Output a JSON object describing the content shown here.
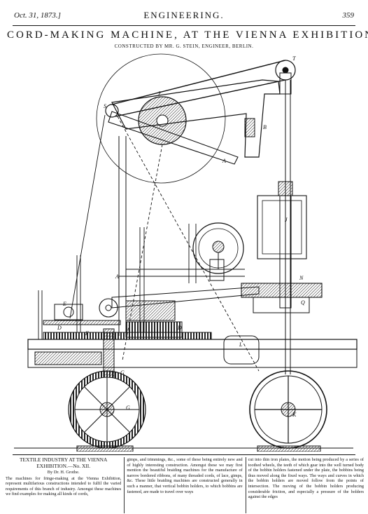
{
  "header": {
    "date": "Oct. 31, 1873.]",
    "magazine": "ENGINEERING.",
    "page_number": "359"
  },
  "figure": {
    "title": "CORD-MAKING MACHINE, AT THE VIENNA EXHIBITION.",
    "subtitle": "CONSTRUCTED BY MR. G. STEIN, ENGINEER, BERLIN.",
    "labels": {
      "T": "T",
      "Z": "Z",
      "S": "S",
      "B": "B",
      "A1": "A",
      "A2": "A",
      "J": "J",
      "N": "N",
      "Q": "Q",
      "E": "E",
      "D1": "D",
      "D2": "D",
      "F": "F",
      "L": "L",
      "G1": "G",
      "G2": "G",
      "K": "K"
    }
  },
  "article": {
    "title": "TEXTILE INDUSTRY AT THE VIENNA EXHIBITION.—No. XII.",
    "byline": "By Dr. H. Grothe.",
    "col1": "The machines for fringe-making at the Vienna Exhibition, represent multifarious constructions intended to fulfil the varied requirements of this branch of industry. Amongst these machines we find examples for making all kinds of cords,",
    "col2": "gimps, and trimmings, &c., some of these being entirely new and of highly interesting construction. Amongst these we may first mention the beautiful braiding machines for the manufacture of narrow bordered ribbons, of many threaded cords, of lace, gimps, &c. These little braiding machines are constructed generally in such a manner, that vertical bobbin holders, to which bobbins are fastened, are made to travel over ways",
    "col3": "cut into thin iron plates, the motion being produced by a series of toothed wheels, the teeth of which gear into the well turned body of the bobbin holders fastened under the plate, the bobbins being thus moved along the fixed ways. The ways and curves in which the bobbin holders are moved follow from the points of intersection. The moving of the bobbin holders producing considerable friction, and especially a pressure of the holders against the edges"
  }
}
